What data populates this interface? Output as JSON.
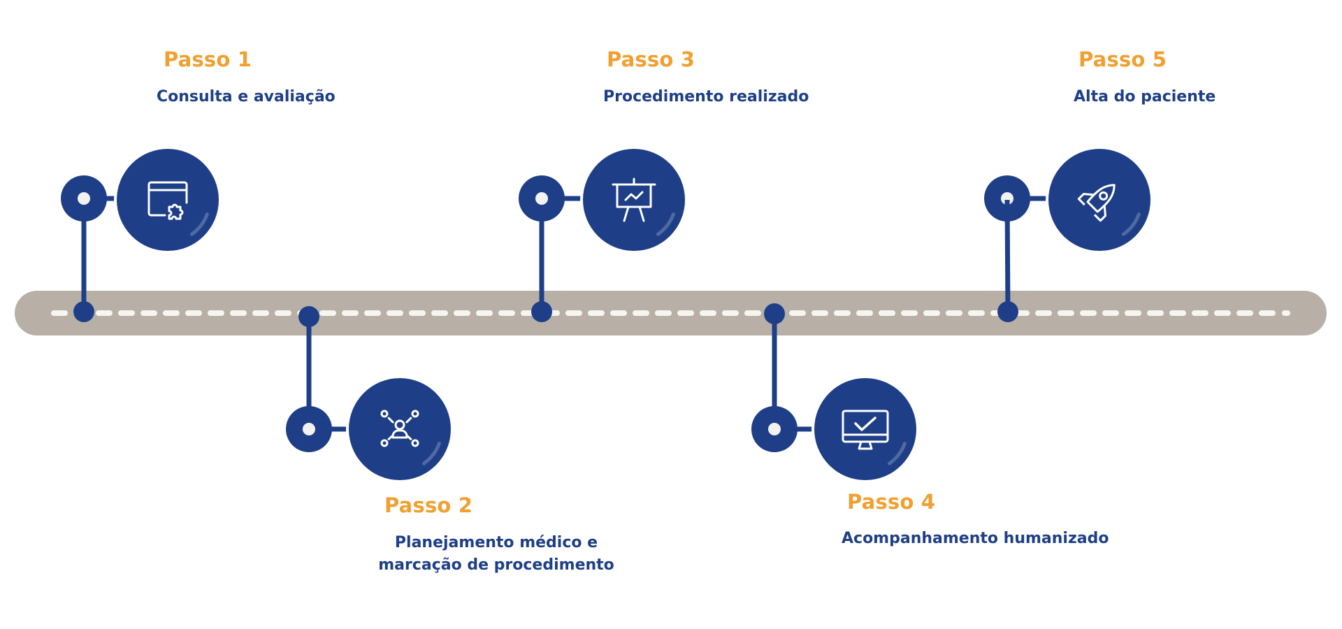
{
  "colors": {
    "accent_orange": "#f0a030",
    "navy": "#1e3f87",
    "track": "#b8b0a6",
    "dash": "#f7f5ef",
    "white": "#ffffff"
  },
  "steps": [
    {
      "title": "Passo 1",
      "description": [
        "Consulta e avaliação"
      ],
      "icon": "browser-puzzle-icon",
      "position": "above"
    },
    {
      "title": "Passo 2",
      "description": [
        "Planejamento médico e",
        "marcação de procedimento"
      ],
      "icon": "user-network-icon",
      "position": "below"
    },
    {
      "title": "Passo 3",
      "description": [
        "Procedimento realizado"
      ],
      "icon": "presentation-chart-icon",
      "position": "above"
    },
    {
      "title": "Passo 4",
      "description": [
        "Acompanhamento humanizado"
      ],
      "icon": "monitor-check-icon",
      "position": "below"
    },
    {
      "title": "Passo 5",
      "description": [
        "Alta do paciente"
      ],
      "icon": "rocket-icon",
      "position": "above"
    }
  ]
}
